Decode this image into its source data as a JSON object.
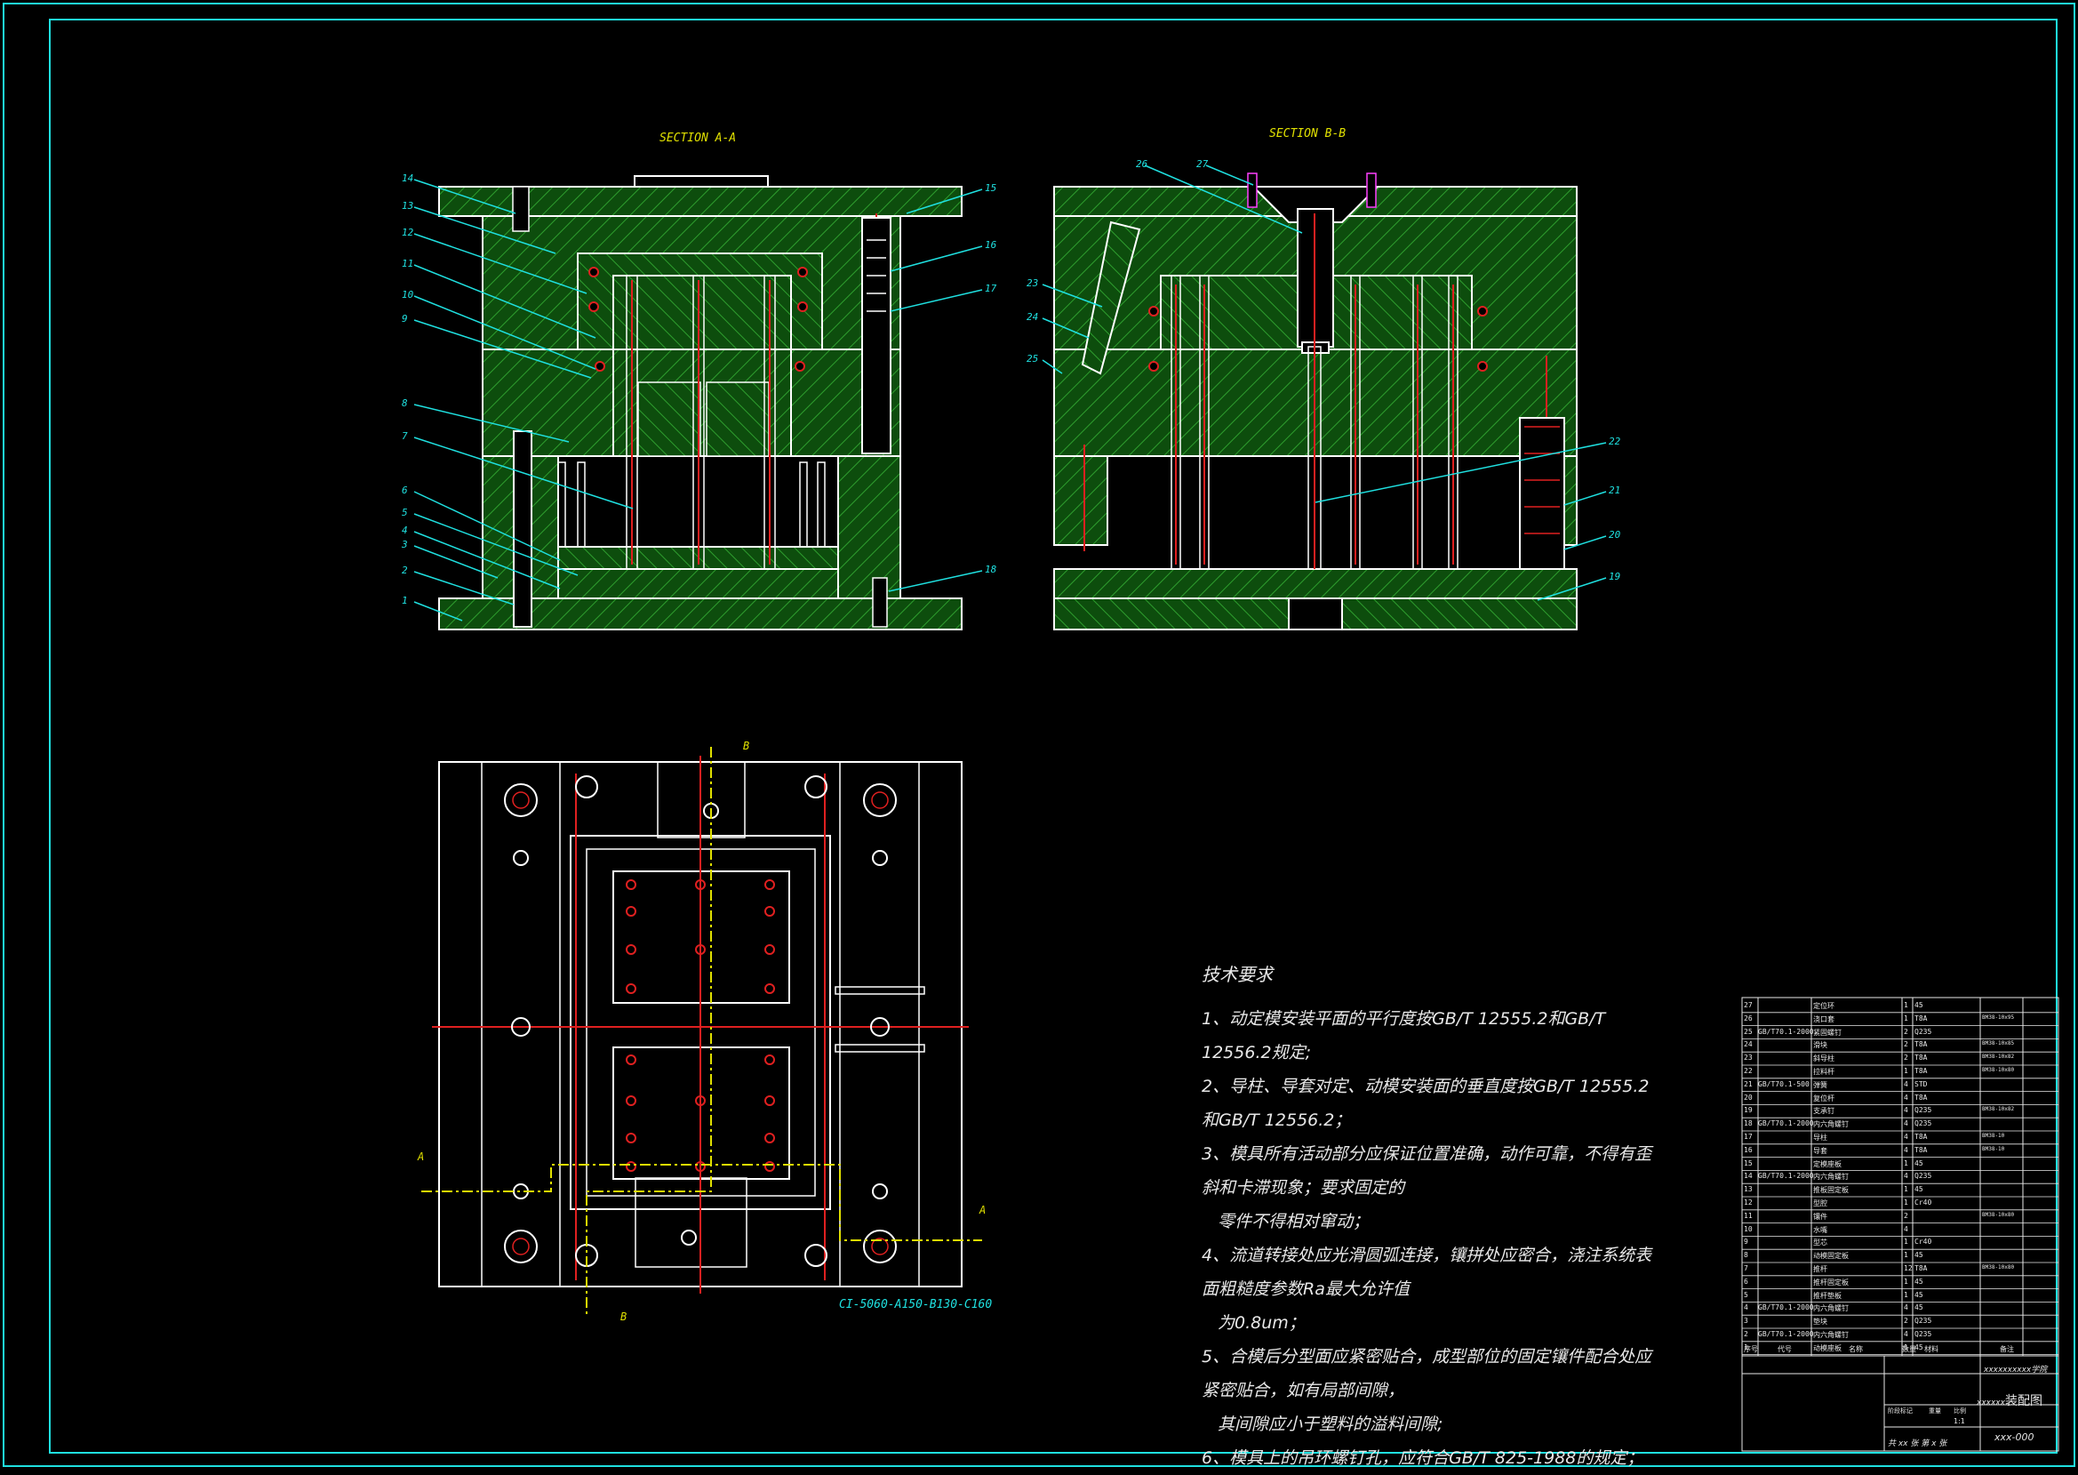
{
  "views": {
    "section_a": {
      "title": "SECTION A-A"
    },
    "section_b": {
      "title": "SECTION B-B"
    },
    "plan_marker_a": "A",
    "plan_marker_b": "B",
    "mold_base_code": "CI-5060-A150-B130-C160"
  },
  "balloons_left": [
    "14",
    "13",
    "12",
    "11",
    "10",
    "9",
    "8",
    "7",
    "6",
    "5",
    "4",
    "3",
    "2",
    "1"
  ],
  "balloons_left_right": [
    "15",
    "16",
    "17",
    "18"
  ],
  "balloons_right_left": [
    "26",
    "27",
    "23",
    "24",
    "25"
  ],
  "balloons_right_right": [
    "22",
    "21",
    "20",
    "19"
  ],
  "tech_requirements": {
    "title": "技术要求",
    "items": [
      "1、动定模安装平面的平行度按GB/T 12555.2和GB/T 12556.2规定;",
      "2、导柱、导套对定、动模安装面的垂直度按GB/T 12555.2和GB/T 12556.2；",
      "3、模具所有活动部分应保证位置准确，动作可靠，不得有歪斜和卡滞现象；要求固定的",
      "零件不得相对窜动；",
      "4、流道转接处应光滑圆弧连接，镶拼处应密合，浇注系统表面粗糙度参数Ra最大允许值",
      "为0.8um；",
      "5、合模后分型面应紧密贴合，成型部位的固定镶件配合处应紧密贴合，如有局部间隙，",
      "其间隙应小于塑料的溢料间隙;",
      "6、模具上的吊环螺钉孔，应符合GB/T 825-1988的规定；"
    ]
  },
  "bom": [
    {
      "no": "27",
      "std": "",
      "name": "定位环",
      "qty": "1",
      "mat": "45",
      "note": ""
    },
    {
      "no": "26",
      "std": "",
      "name": "浇口套",
      "qty": "1",
      "mat": "T8A",
      "note": "BM38-10x95"
    },
    {
      "no": "25",
      "std": "GB/T70.1-2000",
      "name": "紧固螺钉",
      "qty": "2",
      "mat": "Q235",
      "note": ""
    },
    {
      "no": "24",
      "std": "",
      "name": "滑块",
      "qty": "2",
      "mat": "T8A",
      "note": "BM38-10x85"
    },
    {
      "no": "23",
      "std": "",
      "name": "斜导柱",
      "qty": "2",
      "mat": "T8A",
      "note": "BM38-10x82"
    },
    {
      "no": "22",
      "std": "",
      "name": "拉料杆",
      "qty": "1",
      "mat": "T8A",
      "note": "BM38-10x80"
    },
    {
      "no": "21",
      "std": "GB/T70.1-500",
      "name": "弹簧",
      "qty": "4",
      "mat": "STD",
      "note": ""
    },
    {
      "no": "20",
      "std": "",
      "name": "复位杆",
      "qty": "4",
      "mat": "T8A",
      "note": ""
    },
    {
      "no": "19",
      "std": "",
      "name": "支承钉",
      "qty": "4",
      "mat": "Q235",
      "note": "BM38-10x82"
    },
    {
      "no": "18",
      "std": "GB/T70.1-2000",
      "name": "内六角螺钉",
      "qty": "4",
      "mat": "Q235",
      "note": ""
    },
    {
      "no": "17",
      "std": "",
      "name": "导柱",
      "qty": "4",
      "mat": "T8A",
      "note": "BM38-10"
    },
    {
      "no": "16",
      "std": "",
      "name": "导套",
      "qty": "4",
      "mat": "T8A",
      "note": "BM38-10"
    },
    {
      "no": "15",
      "std": "",
      "name": "定模座板",
      "qty": "1",
      "mat": "45",
      "note": ""
    },
    {
      "no": "14",
      "std": "GB/T70.1-2000",
      "name": "内六角螺钉",
      "qty": "4",
      "mat": "Q235",
      "note": ""
    },
    {
      "no": "13",
      "std": "",
      "name": "推板固定板",
      "qty": "1",
      "mat": "45",
      "note": ""
    },
    {
      "no": "12",
      "std": "",
      "name": "型腔",
      "qty": "1",
      "mat": "Cr40",
      "note": ""
    },
    {
      "no": "11",
      "std": "",
      "name": "镶件",
      "qty": "2",
      "mat": "",
      "note": "BM38-10x80"
    },
    {
      "no": "10",
      "std": "",
      "name": "水嘴",
      "qty": "4",
      "mat": "",
      "note": ""
    },
    {
      "no": "9",
      "std": "",
      "name": "型芯",
      "qty": "1",
      "mat": "Cr40",
      "note": ""
    },
    {
      "no": "8",
      "std": "",
      "name": "动模固定板",
      "qty": "1",
      "mat": "45",
      "note": ""
    },
    {
      "no": "7",
      "std": "",
      "name": "推杆",
      "qty": "12",
      "mat": "T8A",
      "note": "BM38-10x80"
    },
    {
      "no": "6",
      "std": "",
      "name": "推杆固定板",
      "qty": "1",
      "mat": "45",
      "note": ""
    },
    {
      "no": "5",
      "std": "",
      "name": "推杆垫板",
      "qty": "1",
      "mat": "45",
      "note": ""
    },
    {
      "no": "4",
      "std": "GB/T70.1-2000",
      "name": "内六角螺钉",
      "qty": "4",
      "mat": "45",
      "note": ""
    },
    {
      "no": "3",
      "std": "",
      "name": "垫块",
      "qty": "2",
      "mat": "Q235",
      "note": ""
    },
    {
      "no": "2",
      "std": "GB/T70.1-2000",
      "name": "内六角螺钉",
      "qty": "4",
      "mat": "Q235",
      "note": ""
    },
    {
      "no": "1",
      "std": "",
      "name": "动模座板",
      "qty": "1",
      "mat": "45",
      "note": ""
    }
  ],
  "bom_header": {
    "no": "序号",
    "std": "代号",
    "name": "名称",
    "qty": "数量",
    "mat": "材料",
    "note": "备注"
  },
  "title_block": {
    "school": "xxxxxxxxxx学院",
    "drawing_name": "装配图",
    "drawing_prefix": "xxxxxx",
    "drawing_no": "xxx-000",
    "sheets": "共 xx 张  第 x 张",
    "scale_label": "比例",
    "scale": "1:1",
    "weight_label": "重量",
    "stage_label": "阶段标记"
  },
  "colors": {
    "frame": "#1fe0e0",
    "plate": "#0d4d0d",
    "hatch": "#2e9e2e",
    "outline": "#ffffff",
    "centerline": "#e02020",
    "yellow": "#e0e000",
    "cyan": "#1fe0e0"
  }
}
